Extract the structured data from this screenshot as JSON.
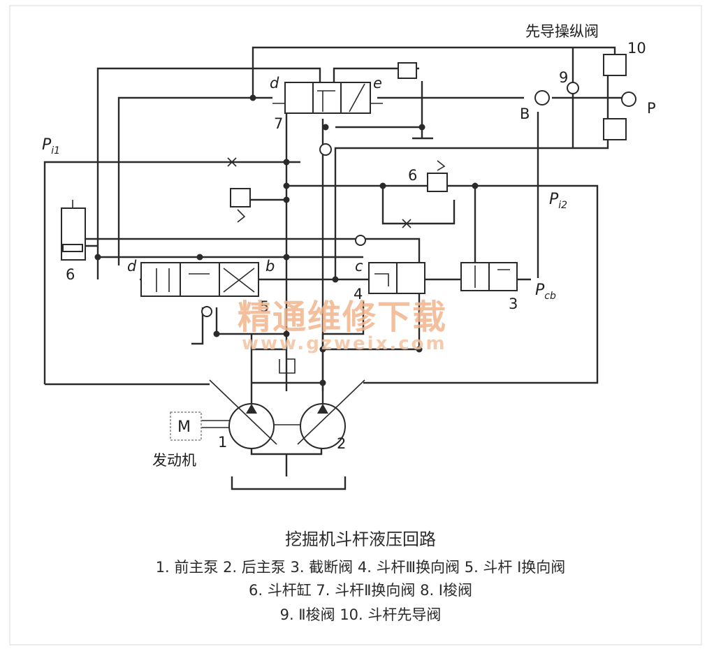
{
  "labels": {
    "pilot_valve_title": "先导操纵阀",
    "n10": "10",
    "n9": "9",
    "B": "B",
    "P": "P",
    "d_top": "d",
    "e_top": "e",
    "n7": "7",
    "Pi1_main": "P",
    "Pi1_sub": "i1",
    "n6_top": "6",
    "Pi2_main": "P",
    "Pi2_sub": "i2",
    "n6_left": "6",
    "d_mid": "d",
    "b_mid": "b",
    "c_mid": "c",
    "n5": "5",
    "n4": "4",
    "n3": "3",
    "Pcb_main": "P",
    "Pcb_sub": "cb",
    "motor": "M",
    "engine": "发动机",
    "n1": "1",
    "n2": "2"
  },
  "watermark": {
    "cn": "精通维修下载",
    "url": "www.gzweix.com"
  },
  "caption": {
    "title": "挖掘机斗杆液压回路",
    "line1": "1. 前主泵 2. 后主泵 3. 截断阀 4. 斗杆Ⅲ换向阀 5. 斗杆 Ⅰ换向阀",
    "line2": "6. 斗杆缸 7. 斗杆Ⅱ换向阀 8. Ⅰ梭阀",
    "line3": "9. Ⅱ梭阀 10. 斗杆先导阀"
  },
  "colors": {
    "line": "#2a2a2a",
    "watermark": "#f1b48c"
  }
}
